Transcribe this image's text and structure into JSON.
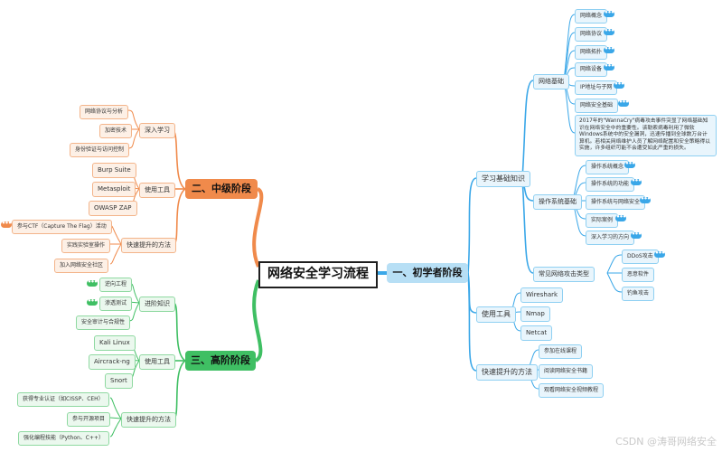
{
  "root": {
    "label": "网络安全学习流程"
  },
  "branch1": {
    "label": "一、初学者阶段",
    "study": {
      "label": "学习基础知识",
      "network": {
        "label": "网络基础",
        "items": [
          "网络概念",
          "网络协议",
          "网络拓扑",
          "网络设备",
          "IP地址与子网",
          "网络安全基础"
        ],
        "note": "2017年的\"WannaCry\"病毒攻击事件突显了网络基础知识在网络安全中的重要性。该勒索病毒利用了微软Windows系统中的安全漏洞，迅速传播到全球数万台计算机。若相关网络维护人员了解网络配置和安全策略得以实施，许多组织可能不会遭受如此严重的损失。"
      },
      "os": {
        "label": "操作系统基础",
        "items": [
          "操作系统概念",
          "操作系统的功能",
          "操作系统与网络安全",
          "实际案例",
          "深入学习的方向"
        ]
      },
      "attacks": {
        "label": "常见网络攻击类型",
        "items": [
          "DDoS攻击",
          "恶意软件",
          "钓鱼攻击"
        ]
      }
    },
    "tools": {
      "label": "使用工具",
      "items": [
        "Wireshark",
        "Nmap",
        "Netcat"
      ]
    },
    "fast": {
      "label": "快速提升的方法",
      "items": [
        "参加在线课程",
        "阅读网络安全书籍",
        "观看网络安全视频教程"
      ]
    }
  },
  "branch2": {
    "label": "二、中级阶段",
    "deep": {
      "label": "深入学习",
      "items": [
        "网络协议与分析",
        "加密技术",
        "身份验证与访问控制"
      ]
    },
    "tools": {
      "label": "使用工具",
      "items": [
        "Burp Suite",
        "Metasploit",
        "OWASP ZAP"
      ]
    },
    "fast": {
      "label": "快速提升的方法",
      "items": [
        "参与CTF（Capture The Flag）活动",
        "实践实验室操作",
        "加入网络安全社区"
      ]
    }
  },
  "branch3": {
    "label": "三、高阶阶段",
    "advanced": {
      "label": "进阶知识",
      "items": [
        "逆向工程",
        "渗透测试",
        "安全审计与合规性"
      ]
    },
    "tools": {
      "label": "使用工具",
      "items": [
        "Kali Linux",
        "Aircrack-ng",
        "Snort"
      ]
    },
    "fast": {
      "label": "快速提升的方法",
      "items": [
        "获得专业认证（如CISSP、CEH）",
        "参与开源项目",
        "强化编程技能（Python、C++）"
      ]
    }
  },
  "more_marker": "•••",
  "watermark": "CSDN @涛哥网络安全",
  "colors": {
    "blue": "#3aa7e8",
    "orange": "#f08a4b",
    "green": "#3fbf63",
    "root_border": "#1f1f1f"
  }
}
